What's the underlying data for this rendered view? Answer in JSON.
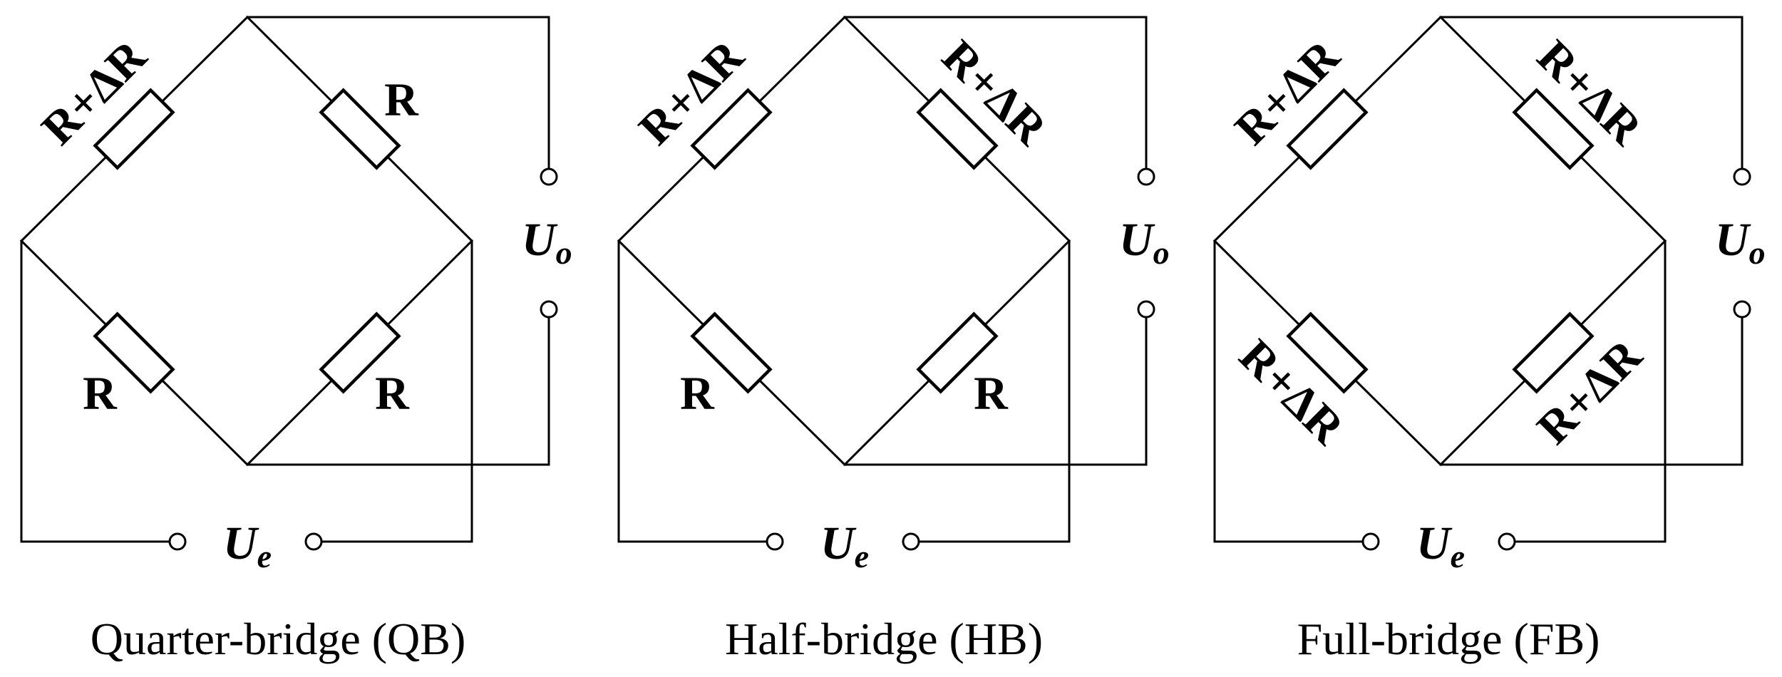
{
  "bridges": [
    {
      "caption": "Quarter-bridge (QB)",
      "resistors": {
        "upper_left": "R+ΔR",
        "upper_right": "R",
        "lower_left": "R",
        "lower_right": "R"
      },
      "output_voltage": {
        "symbol": "U",
        "subscript": "o"
      },
      "excitation_voltage": {
        "symbol": "U",
        "subscript": "e"
      }
    },
    {
      "caption": "Half-bridge (HB)",
      "resistors": {
        "upper_left": "R+ΔR",
        "upper_right": "R+ΔR",
        "lower_left": "R",
        "lower_right": "R"
      },
      "output_voltage": {
        "symbol": "U",
        "subscript": "o"
      },
      "excitation_voltage": {
        "symbol": "U",
        "subscript": "e"
      }
    },
    {
      "caption": "Full-bridge (FB)",
      "resistors": {
        "upper_left": "R+ΔR",
        "upper_right": "R+ΔR",
        "lower_left": "R+ΔR",
        "lower_right": "R+ΔR"
      },
      "output_voltage": {
        "symbol": "U",
        "subscript": "o"
      },
      "excitation_voltage": {
        "symbol": "U",
        "subscript": "e"
      }
    }
  ]
}
